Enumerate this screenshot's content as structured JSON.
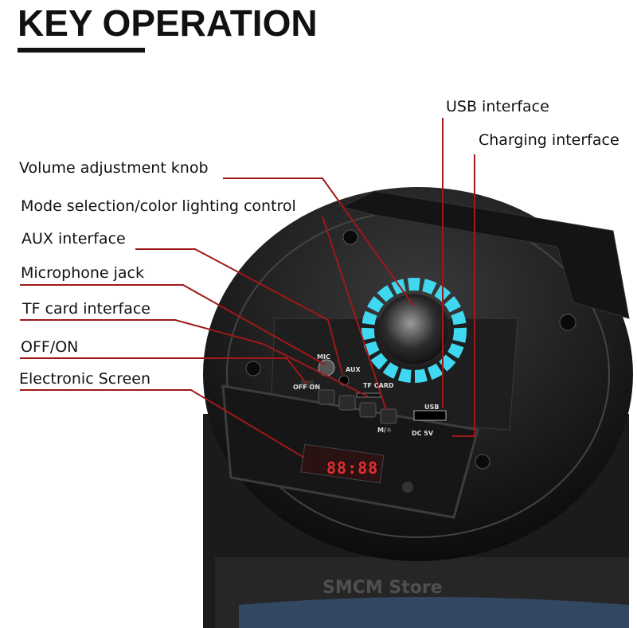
{
  "title": "KEY OPERATION",
  "labels": {
    "usb": "USB interface",
    "charging": "Charging interface",
    "volume": "Volume adjustment knob",
    "mode": "Mode selection/color lighting control",
    "aux": "AUX interface",
    "mic": "Microphone jack",
    "tf": "TF card interface",
    "power": "OFF/ON",
    "screen": "Electronic Screen"
  },
  "device": {
    "mic": "MIC",
    "aux": "AUX",
    "tf_card": "TF CARD",
    "off_on": "OFF ON",
    "usb": "USB",
    "dc": "DC 5V",
    "mode_button": "M/☼",
    "display": "88:88"
  },
  "watermark": "SMCM Store",
  "colors": {
    "leader_line": "#a01818",
    "knob_light": "#3fd8f0",
    "display": "#e03030"
  }
}
